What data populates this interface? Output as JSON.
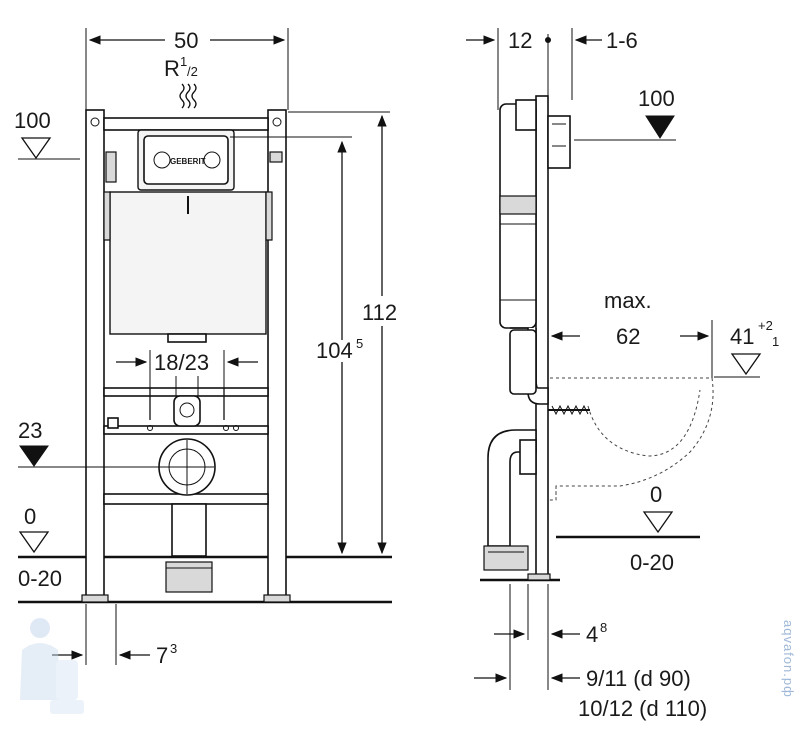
{
  "front_view": {
    "width_label": "50",
    "connection_label_main": "R",
    "connection_label_sup": "1",
    "connection_label_sub": "/2",
    "level_top_label": "100",
    "height_total_label": "112",
    "height_flush_label": "104",
    "height_flush_sup": "5",
    "bolt_spacing_label": "18/23",
    "level_drain_label": "23",
    "level_floor_label": "0",
    "floor_range_label": "0-20",
    "foot_offset_label": "7",
    "foot_offset_sup": "3",
    "brand_label": "GEBERIT"
  },
  "side_view": {
    "depth_label": "12",
    "adjust_label": "1-6",
    "level_top_label": "100",
    "max_label": "max.",
    "projection_label": "62",
    "bowl_height_label": "41",
    "bowl_tol_plus": "+2",
    "bowl_tol_minus": "1",
    "level_floor_label": "0",
    "floor_range_label": "0-20",
    "pipe_offset_label": "4",
    "pipe_offset_sup": "8",
    "pipe_d90_label": "9/11 (d 90)",
    "pipe_d110_label": "10/12 (d 110)"
  },
  "watermark": "aqvafon.рф"
}
